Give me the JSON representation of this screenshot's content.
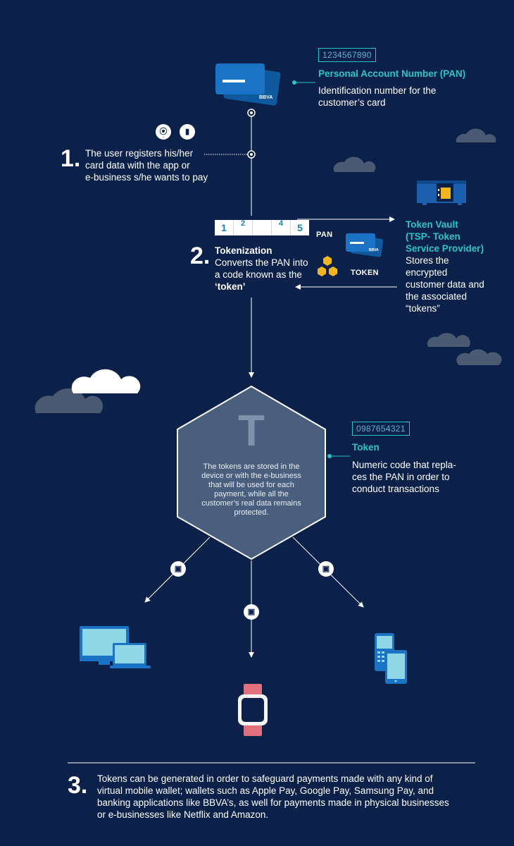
{
  "pan_section": {
    "number": "1234567890",
    "title": "Personal Account Number (PAN)",
    "description_line1": "Identification number for the",
    "description_line2": "customer’s card"
  },
  "card": {
    "brand": "BBVA"
  },
  "step1": {
    "number": "1.",
    "line1": "The user registers his/her",
    "line2": "card data with the app or",
    "line3": "e-business s/he wants to pay"
  },
  "step2": {
    "number": "2.",
    "digits": [
      "1",
      "2",
      "",
      "4",
      "5"
    ],
    "title": "Tokenization",
    "line1": "Converts the PAN into",
    "line2": "a code known as the",
    "line3": "‘token’",
    "pan_label": "PAN",
    "token_label": "TOKEN"
  },
  "vault": {
    "title_line1": "Token Vault",
    "title_line2": "(TSP- Token",
    "title_line3": "Service Provider)",
    "desc_line1": "Stores the",
    "desc_line2": "encrypted",
    "desc_line3": "customer data and",
    "desc_line4": "the associated",
    "desc_line5": "“tokens”"
  },
  "hexagon": {
    "letter": "T",
    "line1": "The tokens are stored in the",
    "line2": "device or with the e-business",
    "line3": "that will be used for each",
    "line4": "payment, while all the",
    "line5": "customer’s real data remains",
    "line6": "protected."
  },
  "token_section": {
    "number": "0987654321",
    "title": "Token",
    "line1": "Numeric code that repla-",
    "line2": "ces the PAN in order to",
    "line3": "conduct transactions"
  },
  "step3": {
    "number": "3.",
    "line1": "Tokens can be generated in order to safeguard payments made with any kind of",
    "line2": "virtual mobile wallet; wallets such as Apple Pay, Google Pay, Samsung Pay, and",
    "line3": "banking applications like BBVA’s, as well for payments made in physical businesses",
    "line4": "or e-businesses like Netflix and Amazon."
  },
  "colors": {
    "background": "#0b2149",
    "accent_teal": "#2bc4c6",
    "card_blue": "#1b73c6",
    "hexagon_fill": "#4a5f7d",
    "cloud_dark": "#4a5a72",
    "watch_pink": "#e0707c",
    "token_gold": "#f2b71f"
  },
  "icons": [
    "card-icon",
    "nfc-icon",
    "phone-icon",
    "vault-icon",
    "token-coin-icon",
    "shopping-bag-icon",
    "computer-icon",
    "smartwatch-icon",
    "mobile-phone-icon",
    "cloud-icon"
  ]
}
